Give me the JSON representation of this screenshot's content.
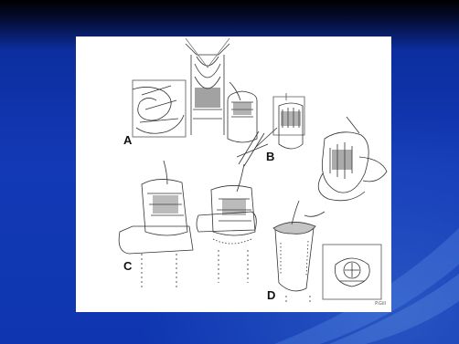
{
  "slide": {
    "background_top": "#000000",
    "background_main": "#1339b6",
    "figure_background": "#ffffff"
  },
  "figure": {
    "panel_labels": {
      "a": "A",
      "b": "B",
      "c": "C",
      "d": "D"
    },
    "credit": "P.Gill"
  }
}
